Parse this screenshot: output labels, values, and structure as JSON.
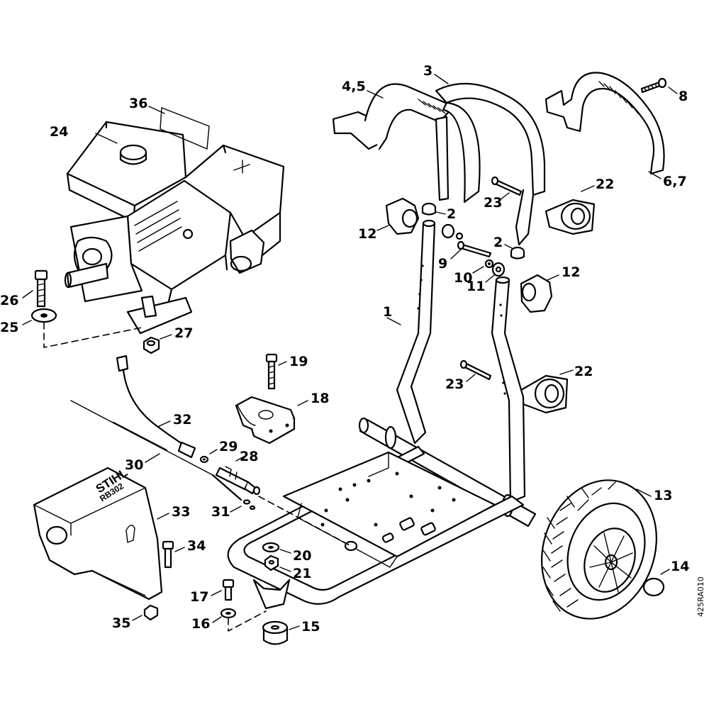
{
  "callouts": {
    "c1": "1",
    "c2a": "2",
    "c2b": "2",
    "c3": "3",
    "c45": "4,5",
    "c67": "6,7",
    "c8": "8",
    "c9": "9",
    "c10": "10",
    "c11": "11",
    "c12a": "12",
    "c12b": "12",
    "c13": "13",
    "c14": "14",
    "c15": "15",
    "c16": "16",
    "c17": "17",
    "c18": "18",
    "c19": "19",
    "c20": "20",
    "c21": "21",
    "c22a": "22",
    "c22b": "22",
    "c23a": "23",
    "c23b": "23",
    "c24": "24",
    "c25": "25",
    "c26": "26",
    "c27": "27",
    "c28": "28",
    "c29": "29",
    "c30": "30",
    "c31": "31",
    "c32": "32",
    "c33": "33",
    "c34": "34",
    "c35": "35",
    "c36": "36"
  },
  "cover": {
    "brand": "STIHL",
    "model": "RB302"
  },
  "reference_code": "425RA010"
}
